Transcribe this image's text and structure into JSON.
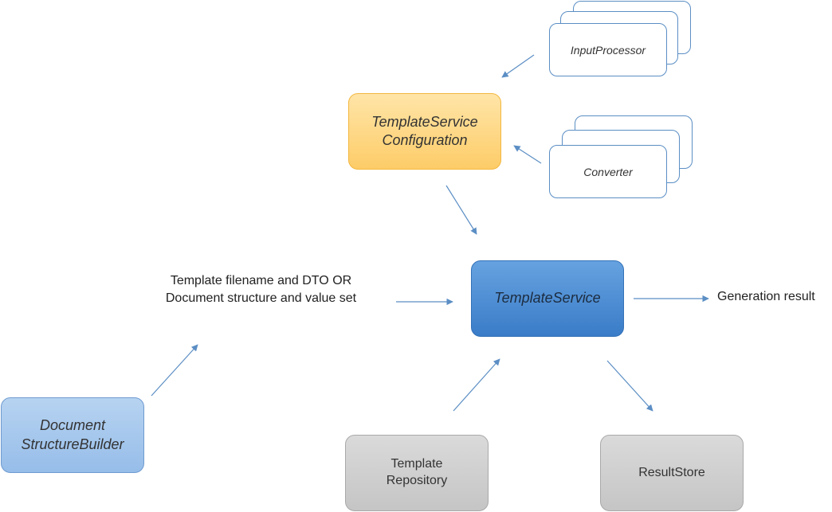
{
  "nodes": {
    "config": {
      "line1": "TemplateService",
      "line2": "Configuration"
    },
    "service": {
      "label": "TemplateService"
    },
    "input_processor": {
      "label": "InputProcessor"
    },
    "converter": {
      "label": "Converter"
    },
    "document_structure_builder": {
      "line1": "Document",
      "line2": "StructureBuilder"
    },
    "template_repository": {
      "line1": "Template",
      "line2": "Repository"
    },
    "result_store": {
      "label": "ResultStore"
    }
  },
  "edge_labels": {
    "input": {
      "line1": "Template filename and DTO",
      "line2": "OR",
      "line3": "Document structure and value set"
    },
    "output": "Generation result"
  },
  "colors": {
    "arrow": "#5b8ec4",
    "config_fill": "#fdd98a",
    "service_fill": "#4a8bd4",
    "builder_fill": "#a9c9ee",
    "store_fill": "#d0d0d0"
  }
}
